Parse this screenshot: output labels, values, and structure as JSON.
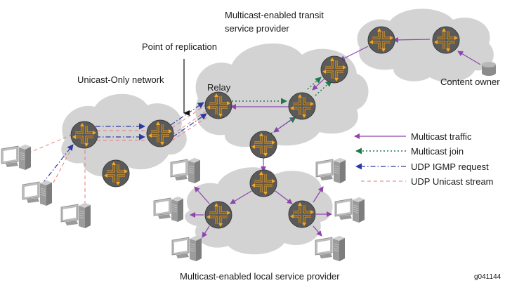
{
  "title": "Automatic Multicast Tunneling (AMT) relay topology",
  "labels": {
    "transit_provider": [
      "Multicast-enabled transit",
      "service provider"
    ],
    "point_of_replication": "Point of replication",
    "unicast_network": "Unicast-Only network",
    "relay": "Relay",
    "content_owner": "Content owner",
    "local_provider": "Multicast-enabled local service provider",
    "figure_id": "g041144"
  },
  "legend": [
    {
      "label": "Multicast traffic",
      "style": "solid",
      "color": "#8e44ad"
    },
    {
      "label": "Multicast join",
      "style": "dotted",
      "color": "#1e7a4a"
    },
    {
      "label": "UDP IGMP request",
      "style": "dash-dot",
      "color": "#2b3aa0"
    },
    {
      "label": "UDP Unicast stream",
      "style": "dashed",
      "color": "#e87a7a"
    }
  ],
  "colors": {
    "cloud": "#d3d3d3",
    "router_body": "#5a5a5a",
    "router_arrows": "#f5a623",
    "multicast_traffic": "#8e44ad",
    "multicast_join": "#1e7a4a",
    "igmp_request": "#2b3aa0",
    "unicast_stream": "#e87a7a"
  },
  "icons": {
    "router": "router-icon",
    "workstation": "workstation-icon",
    "storage": "content-server-icon"
  }
}
